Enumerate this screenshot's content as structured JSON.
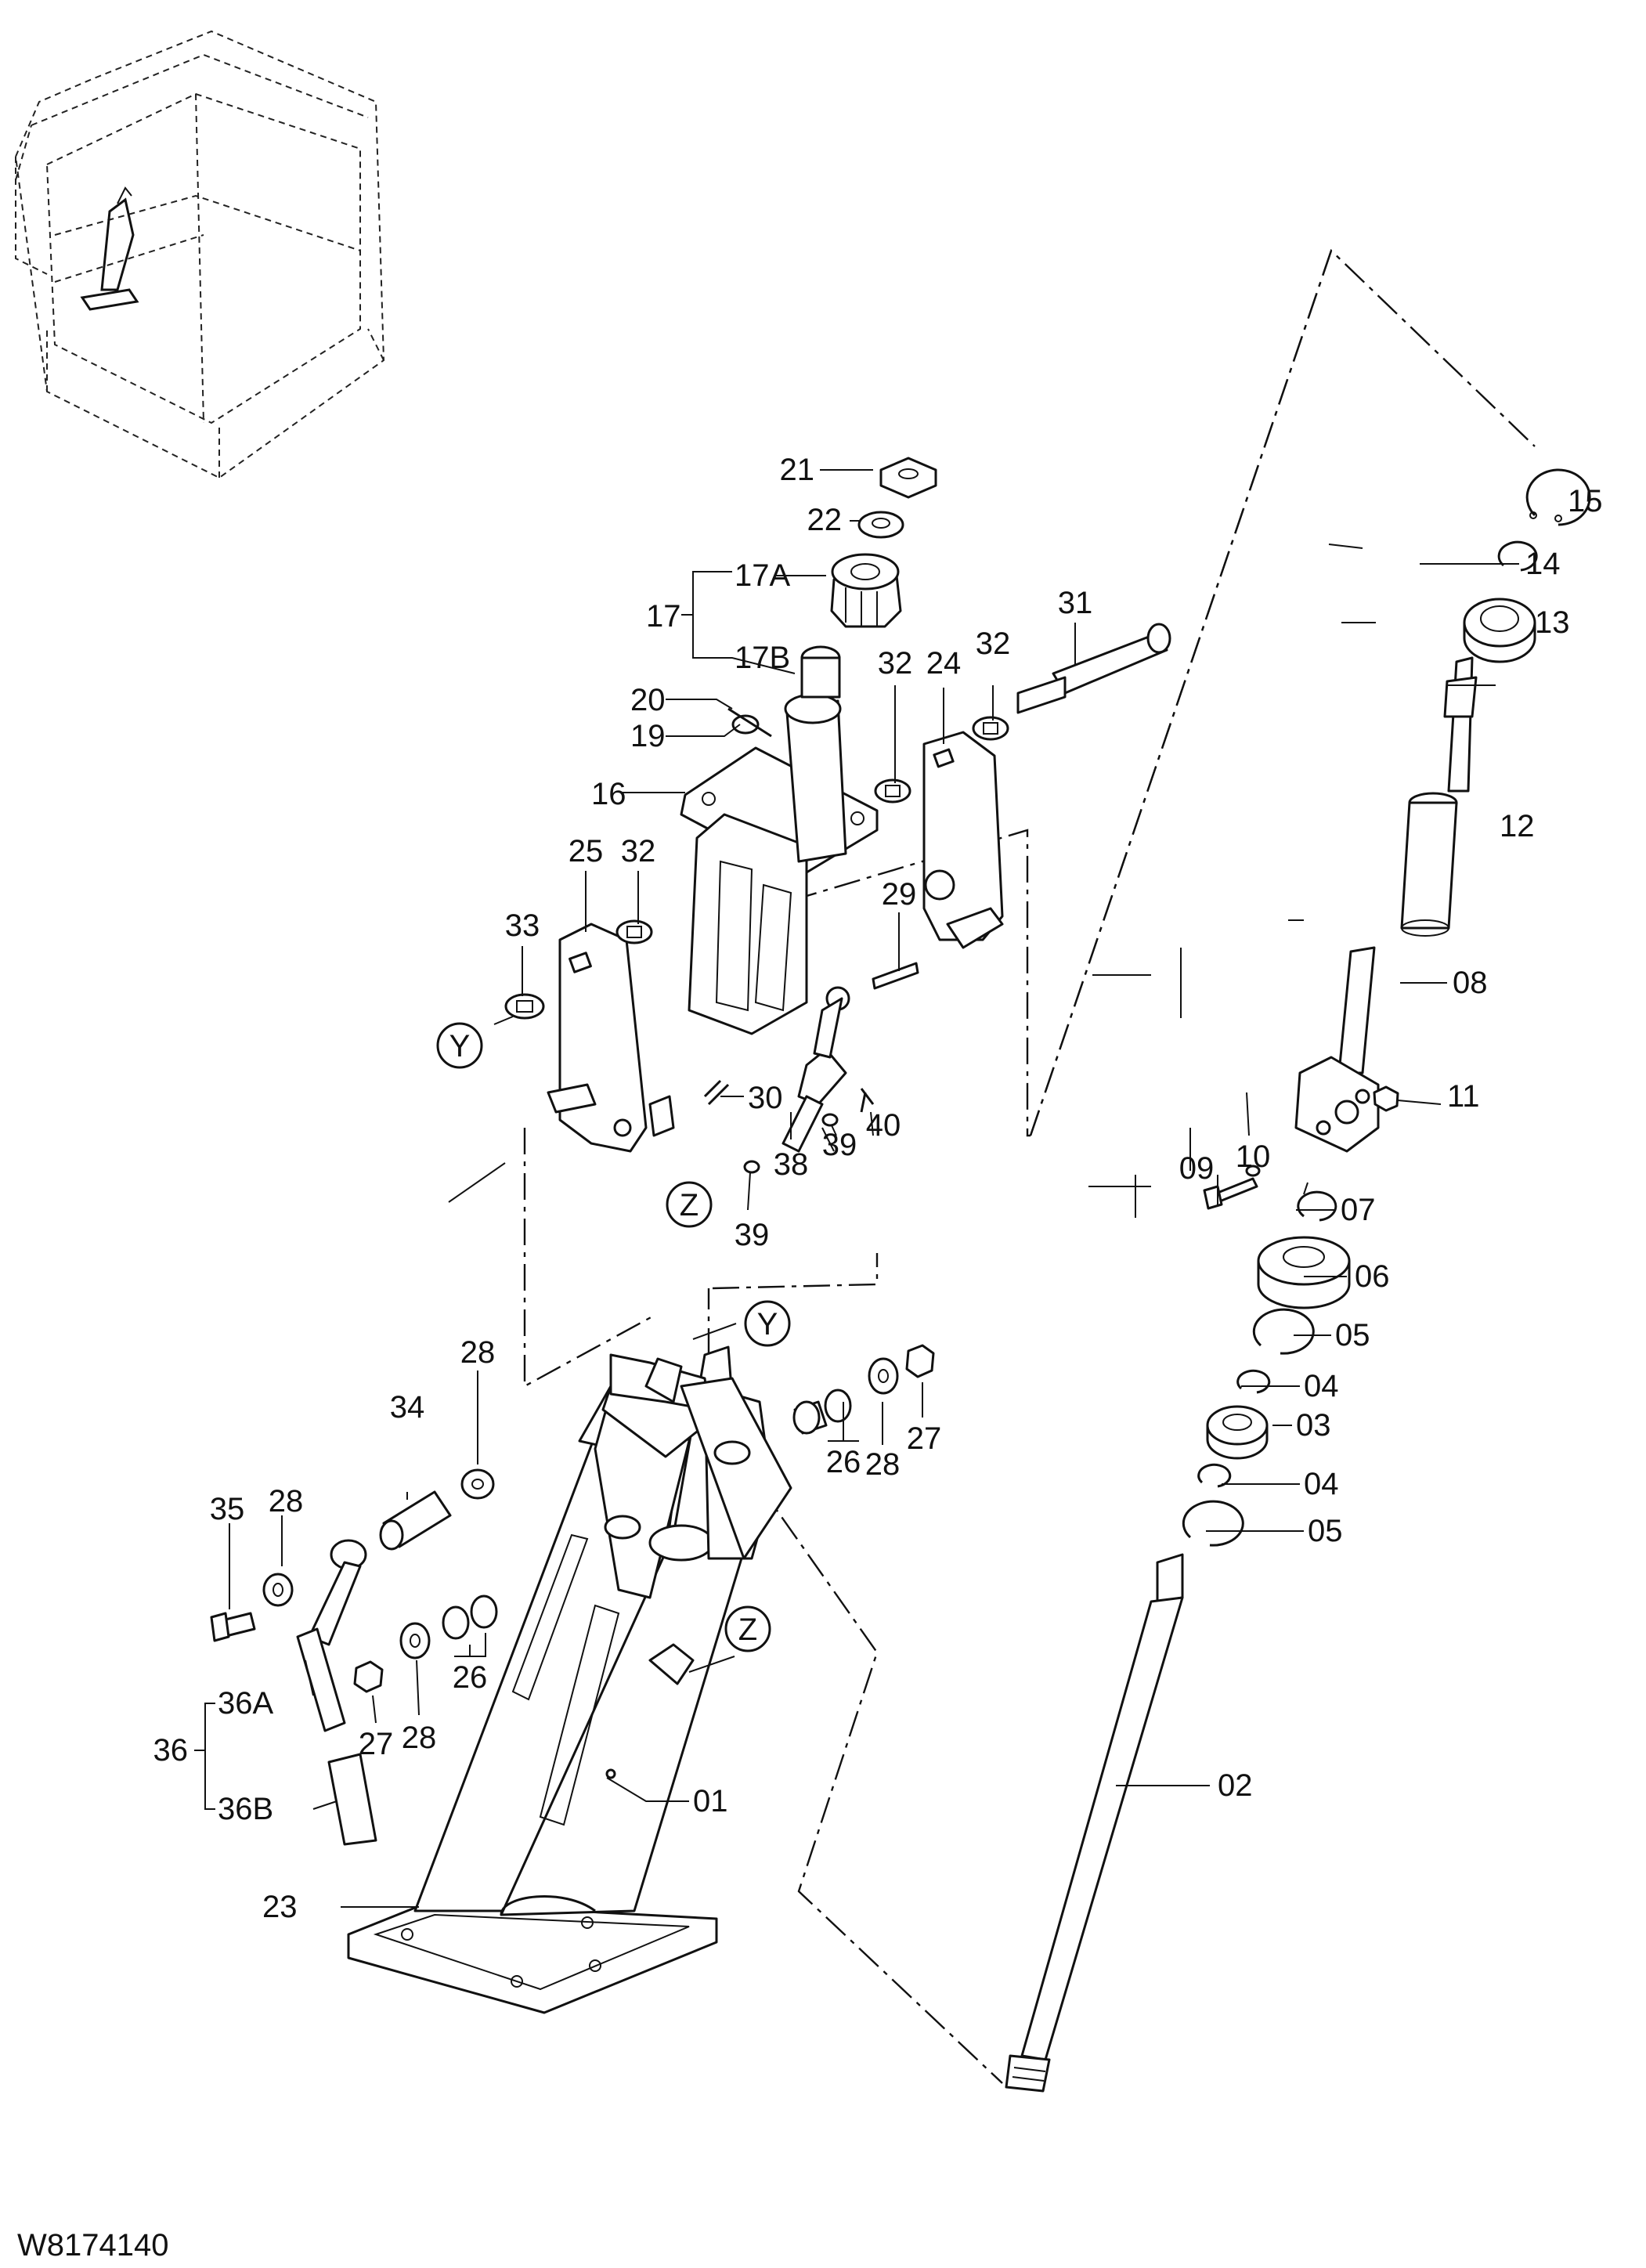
{
  "figure_code": "W8174140",
  "callouts": {
    "c01": "01",
    "c02": "02",
    "c03": "03",
    "c04a": "04",
    "c04b": "04",
    "c05a": "05",
    "c05b": "05",
    "c06": "06",
    "c07": "07",
    "c08": "08",
    "c09": "09",
    "c10": "10",
    "c11": "11",
    "c12": "12",
    "c13": "13",
    "c14": "14",
    "c15": "15",
    "c16": "16",
    "c17": "17",
    "c17a": "17A",
    "c17b": "17B",
    "c19": "19",
    "c20": "20",
    "c21": "21",
    "c22": "22",
    "c23": "23",
    "c24": "24",
    "c25": "25",
    "c26a": "26",
    "c26b": "26",
    "c27a": "27",
    "c27b": "27",
    "c28a": "28",
    "c28b": "28",
    "c28c": "28",
    "c28d": "28",
    "c29": "29",
    "c30": "30",
    "c31": "31",
    "c32a": "32",
    "c32b": "32",
    "c32c": "32",
    "c33": "33",
    "c34": "34",
    "c35": "35",
    "c36": "36",
    "c36a": "36A",
    "c36b": "36B",
    "c38": "38",
    "c39a": "39",
    "c39b": "39",
    "c40": "40"
  },
  "refs": {
    "y1": "Y",
    "y2": "Y",
    "z1": "Z",
    "z2": "Z"
  }
}
